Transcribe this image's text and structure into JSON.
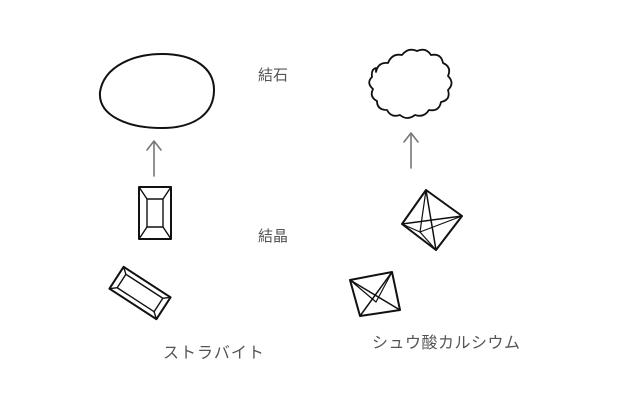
{
  "labels": {
    "stone": "結石",
    "crystal": "結晶",
    "struvite": "ストラバイト",
    "calcium_oxalate": "シュウ酸カルシウム"
  },
  "colors": {
    "outline": "#111111",
    "arrow": "#777777",
    "label_text": "#555555",
    "background": "#ffffff"
  },
  "icons": {
    "struvite_stone": "smooth-oval-stone",
    "oxalate_stone": "bumpy-cloud-stone",
    "struvite_crystal": "coffin-lid-prism",
    "oxalate_crystal": "envelope-octahedron"
  }
}
